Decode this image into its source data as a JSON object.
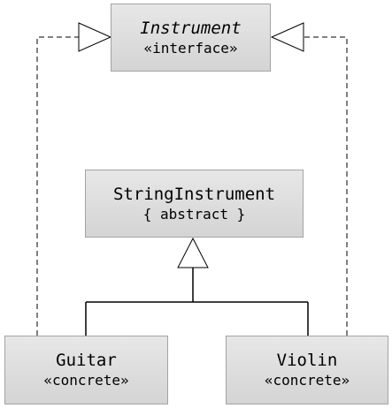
{
  "diagram": {
    "nodes": {
      "instrument": {
        "name": "Instrument",
        "stereotype": "«interface»"
      },
      "string_instrument": {
        "name": "StringInstrument",
        "stereotype": "{ abstract }"
      },
      "guitar": {
        "name": "Guitar",
        "stereotype": "«concrete»"
      },
      "violin": {
        "name": "Violin",
        "stereotype": "«concrete»"
      }
    },
    "relations": [
      {
        "from": "guitar",
        "to": "instrument",
        "kind": "realization"
      },
      {
        "from": "violin",
        "to": "instrument",
        "kind": "realization"
      },
      {
        "from": "guitar",
        "to": "string_instrument",
        "kind": "generalization"
      },
      {
        "from": "violin",
        "to": "string_instrument",
        "kind": "generalization"
      }
    ],
    "colors": {
      "box_top": "#e7e7e7",
      "box_bottom": "#d4d4d4",
      "box_border": "#a3a3a3",
      "line": "#000000"
    }
  }
}
